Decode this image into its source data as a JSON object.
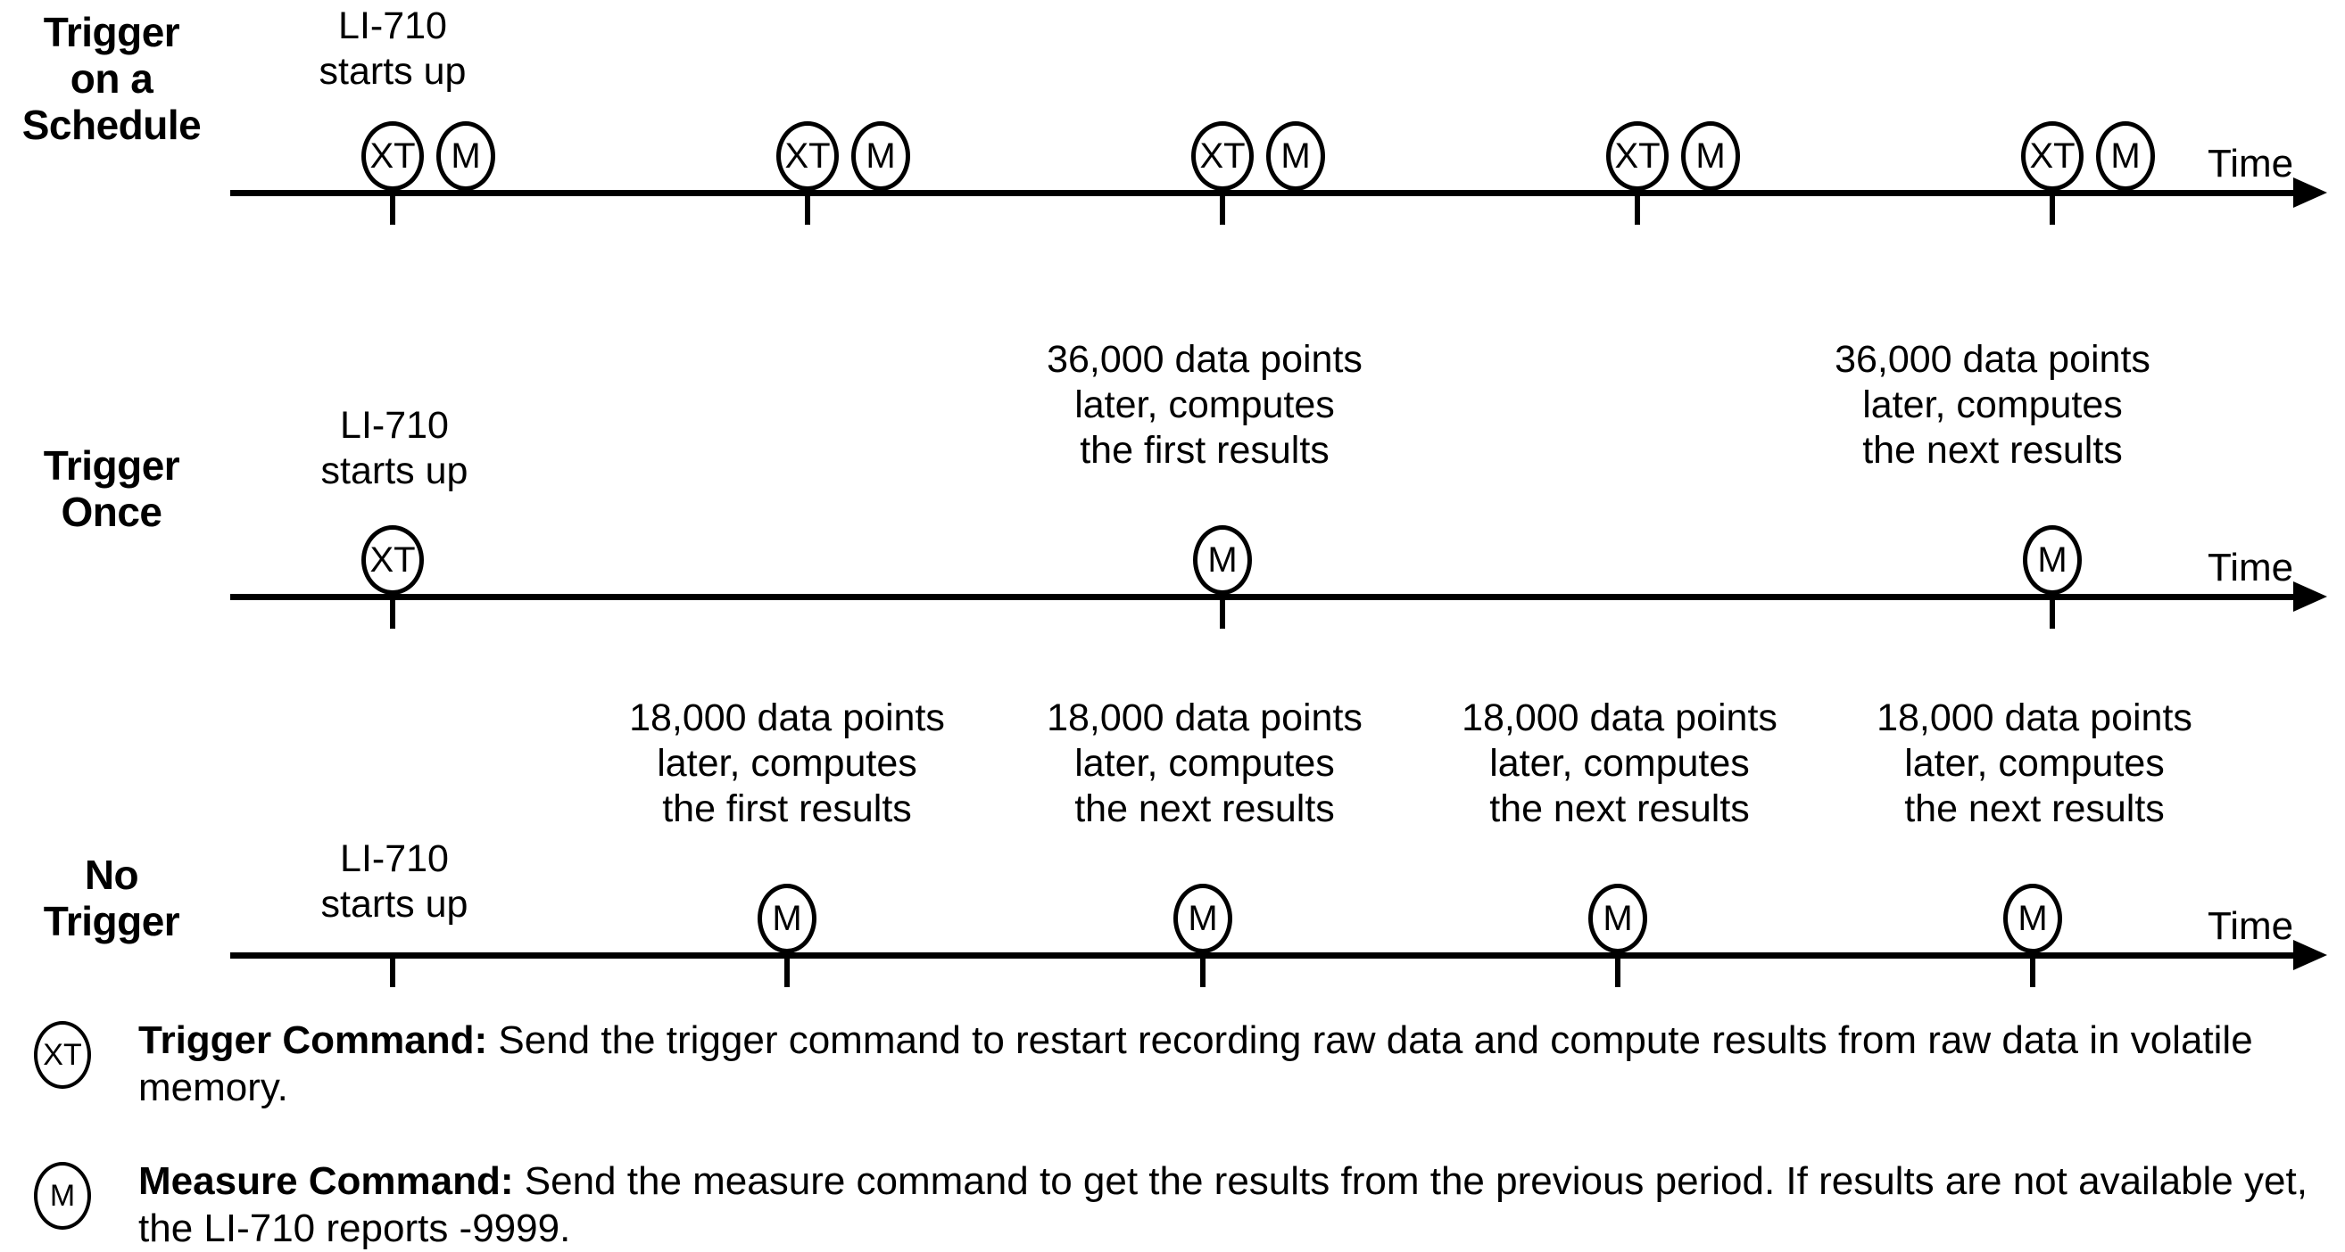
{
  "diagram": {
    "time_axis_label": "Time",
    "rows": [
      {
        "id": "trigger-on-a-schedule",
        "label_lines": [
          "Trigger",
          "on a",
          "Schedule"
        ],
        "startup_note": [
          "LI-710",
          "starts up"
        ],
        "events": [
          {
            "tokens": [
              "XT",
              "M"
            ]
          },
          {
            "tokens": [
              "XT",
              "M"
            ]
          },
          {
            "tokens": [
              "XT",
              "M"
            ]
          },
          {
            "tokens": [
              "XT",
              "M"
            ]
          },
          {
            "tokens": [
              "XT",
              "M"
            ]
          }
        ]
      },
      {
        "id": "trigger-once",
        "label_lines": [
          "Trigger",
          "Once"
        ],
        "startup_note": [
          "LI-710",
          "starts up"
        ],
        "events": [
          {
            "tokens": [
              "XT"
            ],
            "note": []
          },
          {
            "tokens": [
              "M"
            ],
            "note": [
              "36,000 data points",
              "later, computes",
              "the first results"
            ]
          },
          {
            "tokens": [
              "M"
            ],
            "note": [
              "36,000 data points",
              "later, computes",
              "the next results"
            ]
          }
        ]
      },
      {
        "id": "no-trigger",
        "label_lines": [
          "No",
          "Trigger"
        ],
        "startup_note": [
          "LI-710",
          "starts up"
        ],
        "events": [
          {
            "tokens": [],
            "note": []
          },
          {
            "tokens": [
              "M"
            ],
            "note": [
              "18,000 data points",
              "later, computes",
              "the first results"
            ]
          },
          {
            "tokens": [
              "M"
            ],
            "note": [
              "18,000 data points",
              "later, computes",
              "the next results"
            ]
          },
          {
            "tokens": [
              "M"
            ],
            "note": [
              "18,000 data points",
              "later, computes",
              "the next results"
            ]
          },
          {
            "tokens": [
              "M"
            ],
            "note": [
              "18,000 data points",
              "later, computes",
              "the next results"
            ]
          }
        ]
      }
    ],
    "legend": [
      {
        "token": "XT",
        "title": "Trigger Command:",
        "body": " Send the trigger command to restart recording raw data and compute results from raw data in volatile memory."
      },
      {
        "token": "M",
        "title": "Measure Command:",
        "body": " Send the measure command to get the results from the previous period. If results are not available yet, the LI-710 reports -9999."
      }
    ]
  },
  "labels": {
    "r1_label_l1": "Trigger",
    "r1_label_l2": "on a",
    "r1_label_l3": "Schedule",
    "r2_label_l1": "Trigger",
    "r2_label_l2": "Once",
    "r3_label_l1": "No",
    "r3_label_l2": "Trigger",
    "startup_l1": "LI-710",
    "startup_l2": "starts up",
    "time": "Time",
    "xt": "XT",
    "m": "M",
    "note36_l1": "36,000 data points",
    "note36_l2": "later, computes",
    "note36_first_l3": "the first results",
    "note36_next_l3": "the next results",
    "note18_l1": "18,000 data points",
    "note18_l2": "later, computes",
    "note18_first_l3": "the first results",
    "note18_next_l3": "the next results",
    "legend_xt_title": "Trigger Command:",
    "legend_xt_body": " Send the trigger command to restart recording raw data and compute results from raw data in volatile memory.",
    "legend_m_title": "Measure Command:",
    "legend_m_body": " Send the measure command to get the results from the previous period. If results are not available yet, the LI-710 reports -9999."
  }
}
